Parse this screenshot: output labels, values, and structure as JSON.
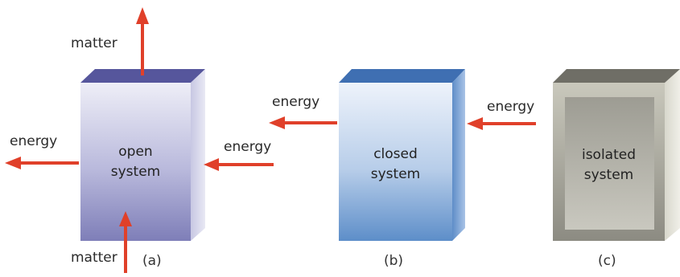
{
  "systems": [
    {
      "line1": "open",
      "line2": "system",
      "caption": "(a)"
    },
    {
      "line1": "closed",
      "line2": "system",
      "caption": "(b)"
    },
    {
      "line1": "isolated",
      "line2": "system",
      "caption": "(c)"
    }
  ],
  "labels": {
    "matter_out": "matter",
    "matter_in": "matter",
    "energy_out_a": "energy",
    "energy_in_a": "energy",
    "energy_out_b": "energy",
    "energy_in_b": "energy"
  },
  "colors": {
    "arrow": "#e0402a"
  }
}
